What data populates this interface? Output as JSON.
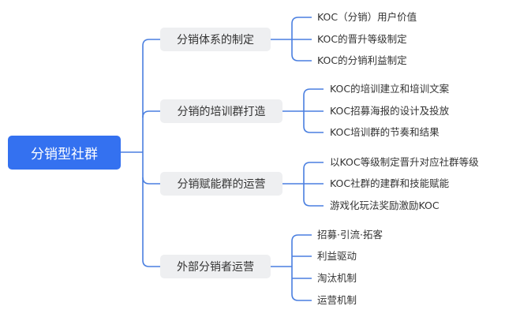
{
  "root": {
    "label": "分销型社群"
  },
  "branches": [
    {
      "label": "分销体系的制定",
      "children": [
        "KOC（分销）用户价值",
        "KOC的晋升等级制定",
        "KOC的分销利益制定"
      ]
    },
    {
      "label": "分销的培训群打造",
      "children": [
        "KOC的培训建立和培训文案",
        "KOC招募海报的设计及投放",
        "KOC培训群的节奏和结果"
      ]
    },
    {
      "label": "分销赋能群的运营",
      "children": [
        "以KOC等级制定晋升对应社群等级",
        "KOC社群的建群和技能赋能",
        "游戏化玩法奖励激励KOC"
      ]
    },
    {
      "label": "外部分销者运营",
      "children": [
        "招募·引流·拓客",
        "利益驱动",
        "淘汰机制",
        "运营机制"
      ]
    }
  ],
  "colors": {
    "root": "#3471f0",
    "line": "#4a7fe0",
    "branch_bg": "#eeeff1"
  }
}
